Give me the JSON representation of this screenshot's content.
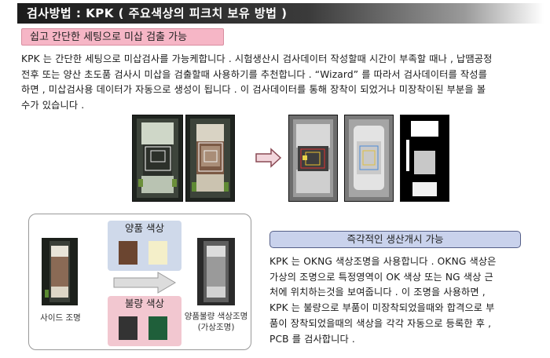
{
  "header": {
    "title": "검사방법 : KPK ( 주요색상의 피크치 보유 방법 )"
  },
  "section1": {
    "heading": "쉽고 간단한 세팅으로 미삽 검출 가능",
    "lines": [
      "KPK 는 간단한 세팅으로 미삽검사를 가능케합니다 . 시험생산시 검사데이터 작성할때 시간이 부족할 때나 , 납땜공정",
      "전후 또는 양산 초도품 검사시 미삽을 검출할때 사용하기를 추천합니다 . “Wizard” 를 따라서 검사데이터를 작성를",
      "하면 , 미삽검사용 데이터가 자동으로 생성이 됩니다 . 이 검사데이터를 통해 장착이 되었거나 미장착이된 부분을 볼",
      "수가 있습니다 ."
    ]
  },
  "panel": {
    "good_label": "양품 색상",
    "bad_label": "불량 색상",
    "side_caption": "사이드 조명",
    "result_caption_1": "양품불량 색상조명",
    "result_caption_2": "(가상조명)",
    "colors": {
      "good1": "#6b4530",
      "good2": "#f4efc9",
      "bad1": "#333333",
      "bad2": "#1f5f3a"
    }
  },
  "section2": {
    "heading": "즉각적인 생산개시 가능",
    "lines": [
      "KPK 는 OKNG 색상조명을 사용합니다 . OKNG 색상은",
      "가상의 조명으로 특정영역이 OK 색상 또는 NG 색상 근",
      "처에 위치하는것을 보여줍니다 . 이 조명을 사용하면 ,",
      "KPK 는 불량으로 부품이 미장착되었을때와 합격으로 부",
      "품이 장착되었을때의 색상을 각각 자동으로 등록한 후 ,",
      "PCB 를 검사합니다 ."
    ]
  }
}
